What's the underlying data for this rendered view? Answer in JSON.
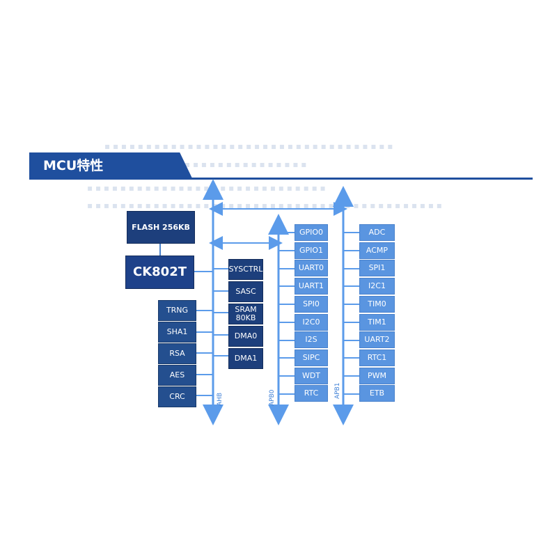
{
  "header": {
    "title": "MCU特性"
  },
  "blocks": {
    "flash": "FLASH 256KB",
    "cpu": "CK802T",
    "security": [
      "TRNG",
      "SHA1",
      "RSA",
      "AES",
      "CRC"
    ],
    "ahb_periph": [
      "SYSCTRL",
      "SASC",
      "SRAM\n80KB",
      "DMA0",
      "DMA1"
    ],
    "apb0": [
      "GPIO0",
      "GPIO1",
      "UART0",
      "UART1",
      "SPI0",
      "I2C0",
      "I2S",
      "SIPC",
      "WDT",
      "RTC"
    ],
    "apb1": [
      "ADC",
      "ACMP",
      "SPI1",
      "I2C1",
      "TIM0",
      "TIM1",
      "UART2",
      "RTC1",
      "PWM",
      "ETB"
    ]
  },
  "buses": {
    "ahb": "AHB",
    "apb0": "APB0",
    "apb1": "APB1"
  },
  "colors": {
    "header": "#1f4f9e",
    "bus": "#5b9bea",
    "dark_block": "#1d3f7c",
    "light_block": "#5a95e0"
  }
}
